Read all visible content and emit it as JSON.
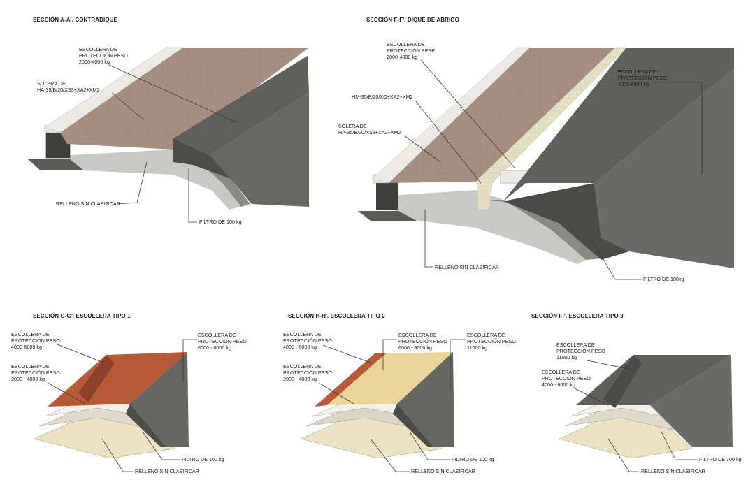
{
  "colors": {
    "dark_rock": "#5f605b",
    "dark_rock_face": "#4e4f4b",
    "pavement": "#a58e80",
    "concrete_white": "#ecebe3",
    "fill_grey": "#c7c7c2",
    "orange_rock": "#b65a37",
    "yellow_rock": "#e9d49a",
    "cream_layer": "#ead9b0",
    "pale_layer": "#e4e1cc"
  },
  "sections": {
    "aa": {
      "title": "SECCIÓN A-A'. CONTRADIQUE",
      "labels": {
        "escollera1": "ESCOLLERA DE",
        "escollera2": "PROTECCIÓN PESO",
        "escollera3": "2000-4000 kg",
        "solera1": "SOLERA DE",
        "solera2": "HA-35/B/20/XS3+XA2+XM2",
        "relleno": "RELLENO SIN CLASIFICAR",
        "filtro": "FILTRO DE 100 kg"
      }
    },
    "ff": {
      "title": "SECCIÓN F-F'. DIQUE DE ABRIGO",
      "labels": {
        "escollera_a1": "ESCOLLERA DE",
        "escollera_a2": "PROTECCIÓN PESP",
        "escollera_a3": "2000-4000 kg",
        "hm": "HM-35/B/20/XO+XA2+XM2",
        "solera1": "SOLERA DE",
        "solera2": "HA-35/B/20/XS3+XA2+XM2",
        "escollera_b1": "ESCOLLERA DE",
        "escollera_b2": "PROTECCIÓN PESO",
        "escollera_b3": "4000-6000 kg",
        "relleno": "RELLENO SIN CLASIFICAR",
        "filtro": "FILTRO DE 100kg"
      }
    },
    "gg": {
      "title": "SECCIÓN G-G'. ESCOLLERA TIPO 1",
      "labels": {
        "top1": "ESCOLLERA DE",
        "top2": "PROTECCIÓN PESO",
        "top3": "4000-6000 kg",
        "mid1": "ESCOLLERA DE",
        "mid2": "PROTECCIÓN PESO",
        "mid3": "2000 - 4000 kg",
        "right1": "ESCOLLERA DE",
        "right2": "PROTECCIÓN PESO",
        "right3": "6000 - 8000 kg",
        "filtro": "FILTRO DE 100 kg",
        "relleno": "RELLENO SIN CLASIFICAR"
      }
    },
    "hh": {
      "title": "SECCIÓN H-H'. ESCOLLERA TIPO 2",
      "labels": {
        "top1": "ESCOLLERA DE",
        "top2": "PROTECCIÓN PESO",
        "top3": "4000 - 6000 kg",
        "mid1": "ESCOLLERA DE",
        "mid2": "PROTECCIÓN PESO",
        "mid3": "2000 - 4000 kg",
        "c1": "ESCOLLERA DE",
        "c2": "PROTECCIÓN PESO",
        "c3": "6000 - 8000 kg",
        "right1": "ESCOLLERA DE",
        "right2": "PROTECCIÓN PESO",
        "right3": "11000 kg",
        "filtro": "FILTRO DE 100 kg",
        "relleno": "RELLENO SIN CLASIFICAR"
      }
    },
    "ii": {
      "title": "SECCIÓN I-I'. ESCOLLERA TIPO 3",
      "labels": {
        "top1": "ESCOLLERA DE",
        "top2": "PROTECCIÓN PESO",
        "top3": "11000 kg",
        "mid1": "ESCOLLERA DE",
        "mid2": "PROTECCIÓN PESO",
        "mid3": "4000 - 6000 kg",
        "filtro": "FILTRO DE 100 kg",
        "relleno": "RELLENO SIN CLASIFICAR"
      }
    }
  }
}
